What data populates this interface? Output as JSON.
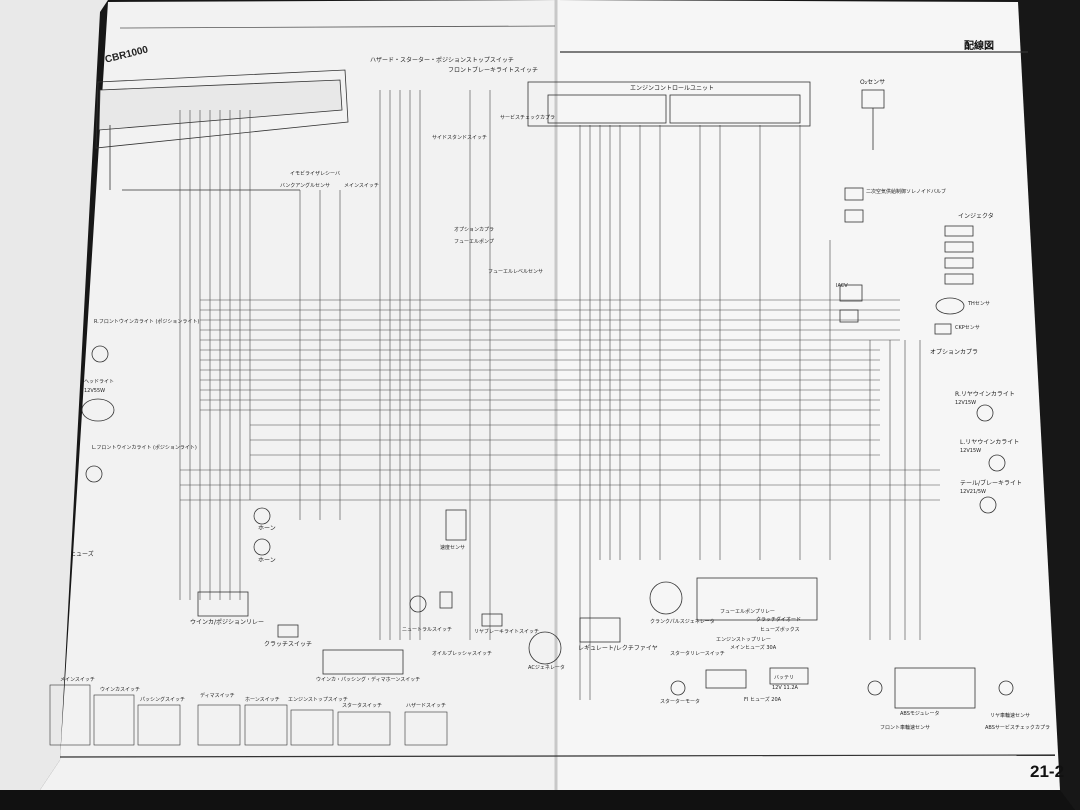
{
  "section_title": "配線図",
  "page_number": "21-2",
  "model_name": "CBR1000",
  "top_labels": {
    "hazard_starter_switch": "ハザード・スターター・ポジションストップスイッチ",
    "front_brake_light_switch": "フロントブレーキライトスイッチ",
    "engine_control_unit": "エンジンコントロールユニット",
    "o2_sensor": "O₂センサ",
    "service_check_coupler": "サービスチェックカプラ",
    "side_stand_switch": "サイドスタンドスイッチ",
    "immobilizer_receiver": "イモビライザレシーバ",
    "bank_angle_sensor": "バンクアングルセンサ",
    "main_switch": "メインスイッチ",
    "option_coupler_top": "オプションカプラ",
    "fuel_pump": "フューエルポンプ",
    "fuel_level_sensor": "フューエルレベルセンサ"
  },
  "right_labels": {
    "secondary_air_solenoid": "二次空気供給制御ソレノイドバルブ",
    "injector": "インジェクタ",
    "iacv": "IACV",
    "th_sensor": "THセンサ",
    "ckp_sensor": "CKPセンサ",
    "option_coupler": "オプションカプラ",
    "r_rear_winker": "R.リヤウインカライト",
    "r_rear_winker_spec": "12V15W",
    "l_rear_winker": "L.リヤウインカライト",
    "l_rear_winker_spec": "12V15W",
    "tail_brake_light": "テール/ブレーキライト",
    "tail_brake_spec": "12V21/5W"
  },
  "left_labels": {
    "r_front_winker": "R.フロントウインカライト (ポジションライト)",
    "headlight": "ヘッドライト",
    "headlight_spec": "12V55W",
    "l_front_winker": "L.フロントウインカライト (ポジションライト)",
    "horn_1": "ホーン",
    "horn_2": "ホーン",
    "fuse_heading": "ヒューズ"
  },
  "bottom_labels": {
    "winker_position_relay": "ウインカ/ポジションリレー",
    "clutch_switch": "クラッチスイッチ",
    "handle_switch": "ウインカ・パッシング・ディマホーンスイッチ",
    "neutral_switch": "ニュートラルスイッチ",
    "oil_pressure_switch": "オイルプレッシャスイッチ",
    "rear_brake_switch": "リヤブレーキライトスイッチ",
    "vehicle_speed_sensor": "速度センサ",
    "ac_generator": "ACジェネレータ",
    "regulator_rectifier": "レギュレート/レクチファイヤ",
    "crank_pulse_generator": "クランクパルスジェネレータ",
    "fuel_pump_relay": "フューエルポンプリレー",
    "clutch_diode": "クラッチダイオード",
    "fuse_box": "ヒューズボックス",
    "engine_stop_relay": "エンジンストップリレー",
    "main_fuse": "メインヒューズ 30A",
    "starter_relay_switch": "スタータリレースイッチ",
    "starter_motor": "スターターモータ",
    "fi_fuse": "FI ヒューズ 20A",
    "battery": "バッテリ",
    "battery_spec": "12V 11.2A",
    "abs_modulator": "ABSモジュレータ",
    "front_wheel_sensor": "フロント車輪速センサ",
    "rear_wheel_sensor": "リヤ車輪速センサ",
    "abs_service_coupler": "ABSサービスチェックカプラ"
  },
  "switch_tables": [
    {
      "title": "メインスイッチ"
    },
    {
      "title": "ウインカスイッチ"
    },
    {
      "title": "パッシングスイッチ"
    },
    {
      "title": "ディマスイッチ"
    },
    {
      "title": "ホーンスイッチ"
    },
    {
      "title": "エンジンストップスイッチ"
    },
    {
      "title": "スタータスイッチ"
    },
    {
      "title": "ハザードスイッチ"
    }
  ]
}
